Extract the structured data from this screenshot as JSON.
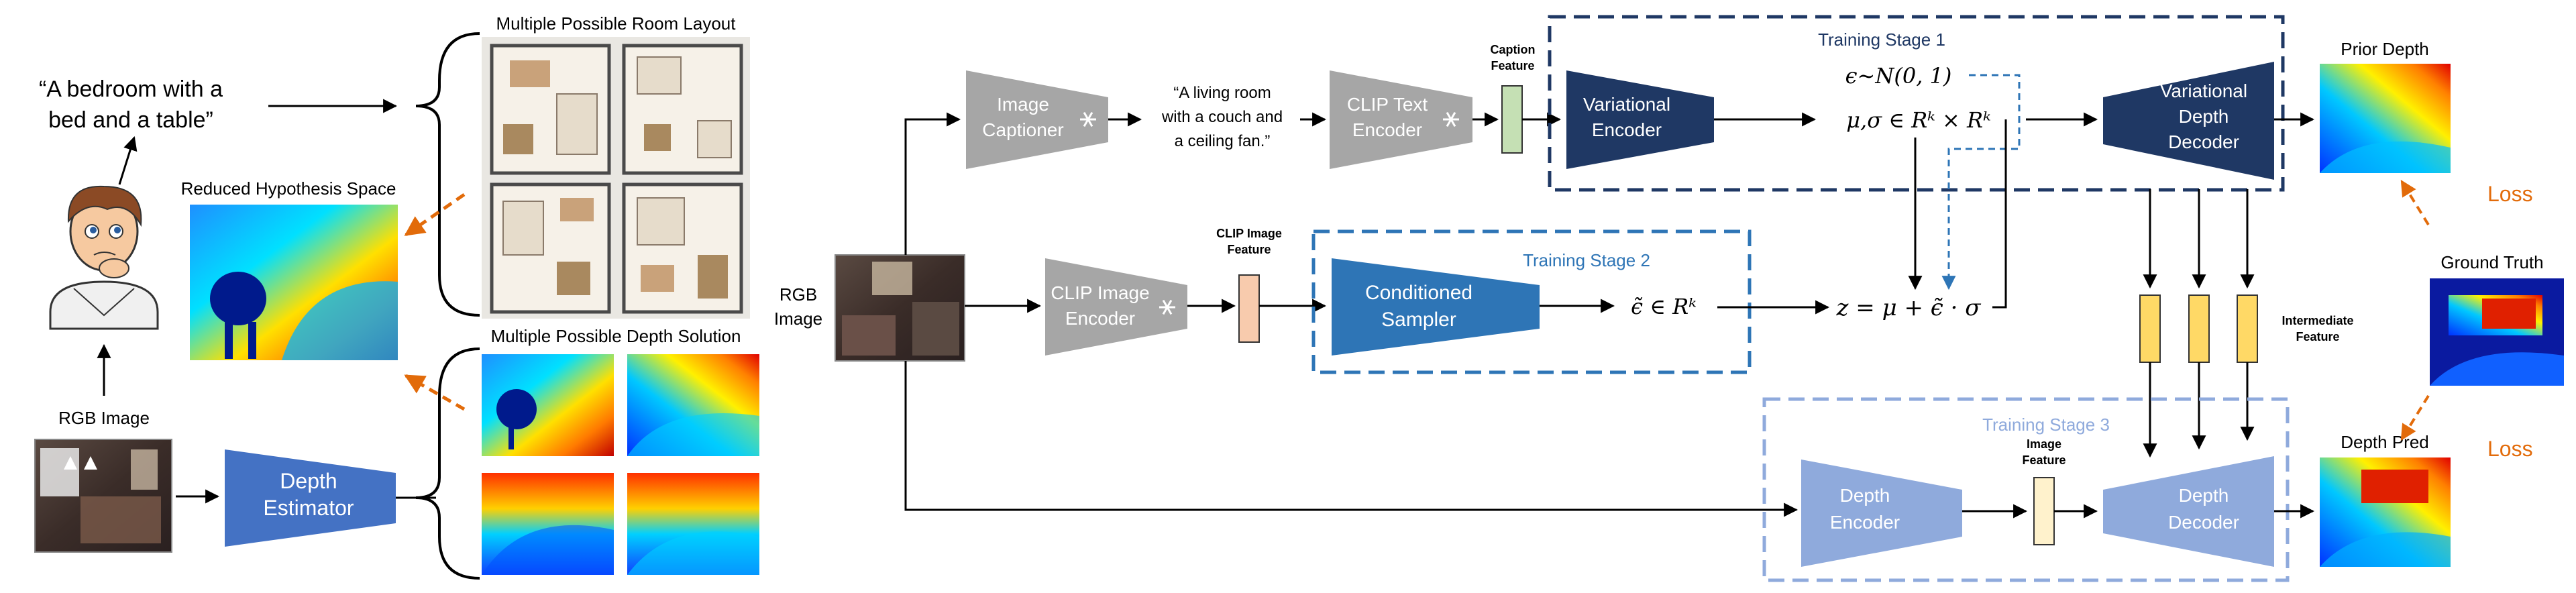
{
  "left": {
    "quote": [
      "“A bedroom with a",
      "bed and a table”"
    ],
    "rgb_image_label": "RGB Image",
    "reduced_space_label": "Reduced Hypothesis Space",
    "depth_estimator": [
      "Depth",
      "Estimator"
    ],
    "room_layout_label": "Multiple Possible Room Layout",
    "depth_solution_label": "Multiple Possible Depth Solution"
  },
  "main": {
    "rgb_input": [
      "RGB",
      "Image"
    ],
    "image_captioner": [
      "Image",
      "Captioner"
    ],
    "caption": [
      "“A living room",
      "with a couch and",
      "a ceiling fan.”"
    ],
    "clip_text_encoder": [
      "CLIP Text",
      "Encoder"
    ],
    "caption_feature": [
      "Caption",
      "Feature"
    ],
    "variational_encoder": [
      "Variational",
      "Encoder"
    ],
    "eps_dist": "ϵ∼N(0, 1)",
    "mu_sigma": "μ,σ  ∈ Rᵏ × Rᵏ",
    "stage1": "Training Stage 1",
    "var_depth_decoder": [
      "Variational",
      "Depth",
      "Decoder"
    ],
    "prior_depth": "Prior Depth",
    "clip_image_encoder": [
      "CLIP Image",
      "Encoder"
    ],
    "clip_image_feature": [
      "CLIP Image",
      "Feature"
    ],
    "conditioned_sampler": [
      "Conditioned",
      "Sampler"
    ],
    "stage2": "Training Stage 2",
    "eps_tilde": "ϵ̃ ∈ Rᵏ",
    "z_eq": "z = μ + ϵ̃ · σ",
    "intermediate_feature": [
      "Intermediate",
      "Feature"
    ],
    "stage3": "Training Stage 3",
    "depth_encoder": [
      "Depth",
      "Encoder"
    ],
    "image_feature": [
      "Image",
      "Feature"
    ],
    "depth_decoder": [
      "Depth",
      "Decoder"
    ],
    "ground_truth": "Ground Truth",
    "depth_pred": "Depth Pred",
    "loss_top": "Loss",
    "loss_bottom": "Loss"
  },
  "colors": {
    "dark_navy": "#1f3864",
    "mid_blue": "#2e75b6",
    "light_blue": "#8faadc",
    "gray": "#a6a6a6",
    "green_feature": "#c5e0b4",
    "peach_feature": "#f8cbad",
    "yellow_feature": "#ffd966",
    "cream_feature": "#fff2cc",
    "loss_orange": "#e26b0a",
    "stage1_dash": "#1f3864",
    "stage2_dash": "#2e75b6",
    "stage3_dash": "#8faadc"
  },
  "icons": [
    "snowflake-icon",
    "thinking-person-icon"
  ]
}
